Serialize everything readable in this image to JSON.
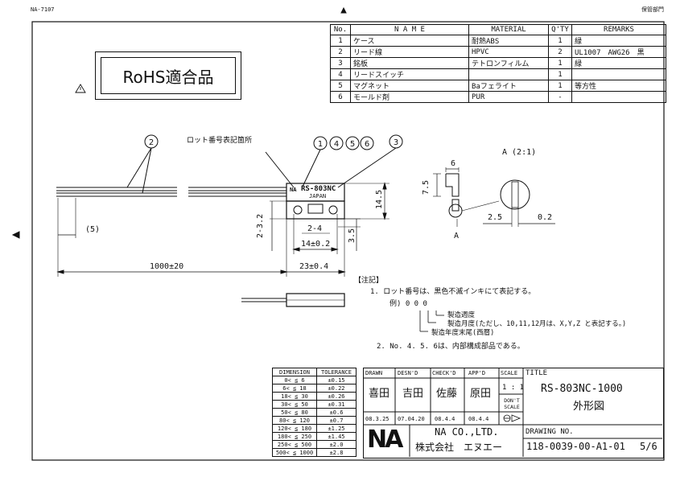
{
  "header": {
    "doc_code": "NA-7107",
    "stamp": "保管部門"
  },
  "rohs_label": "RoHS適合品",
  "parts_table": {
    "headers": [
      "No.",
      "N A M E",
      "MATERIAL",
      "Q'TY",
      "REMARKS"
    ],
    "rows": [
      [
        "1",
        "ケース",
        "耐熱ABS",
        "1",
        "緑"
      ],
      [
        "2",
        "リード線",
        "HPVC",
        "2",
        "UL1007　AWG26　黒"
      ],
      [
        "3",
        "銘板",
        "テトロンフィルム",
        "1",
        "緑"
      ],
      [
        "4",
        "リードスイッチ",
        "",
        "1",
        ""
      ],
      [
        "5",
        "マグネット",
        "Baフェライト",
        "1",
        "等方性"
      ],
      [
        "6",
        "モールド剤",
        "PUR",
        "-",
        ""
      ]
    ]
  },
  "drawing": {
    "balloons": [
      "2",
      "1",
      "4",
      "5",
      "6",
      "3"
    ],
    "lot_label": "ロット番号表記箇所",
    "product_marking": "RS-803NC",
    "marking_sub": "JAPAN",
    "logo_small": "NA",
    "dims": {
      "d5": "(5)",
      "d1000": "1000±20",
      "d23": "23±0.4",
      "d14": "14±0.2",
      "d2_4": "2-4",
      "d2_32": "2-3.2",
      "d35": "3.5",
      "d145": "14.5",
      "detail_title": "A (2:1)",
      "detail_a": "A",
      "d6": "6",
      "d75": "7.5",
      "d25": "2.5",
      "d02": "0.2"
    }
  },
  "notes": {
    "title": "【注記】",
    "line1": "1. ロット番号は、黒色不滅インキにて表記する。",
    "example": "例) 0 0 0",
    "sub1": "製造週度",
    "sub2": "製造月度(ただし、10,11,12月は、X,Y,Z と表記する。)",
    "sub3": "製造年度末尾(西暦)",
    "line2": "2. No. 4. 5. 6は、内部構成部品である。"
  },
  "tolerance_table": {
    "headers": [
      "DIMENSION",
      "TOLERANCE"
    ],
    "rows": [
      [
        "0< ≦ 6",
        "±0.15"
      ],
      [
        "6< ≦ 18",
        "±0.22"
      ],
      [
        "18< ≦ 30",
        "±0.26"
      ],
      [
        "30< ≦ 50",
        "±0.31"
      ],
      [
        "50< ≦ 80",
        "±0.6"
      ],
      [
        "80< ≦ 120",
        "±0.7"
      ],
      [
        "120< ≦ 180",
        "±1.25"
      ],
      [
        "180< ≦ 250",
        "±1.45"
      ],
      [
        "250< ≦ 500",
        "±2.0"
      ],
      [
        "500< ≦ 1000",
        "±2.8"
      ]
    ]
  },
  "title_block": {
    "drawn_h": "DRAWN",
    "desnd_h": "DESN'D",
    "checkd_h": "CHECK'D",
    "appd_h": "APP'D",
    "scale_h": "SCALE",
    "title_h": "TITLE",
    "drawn_sign": "喜田",
    "desnd_sign": "吉田",
    "checkd_sign": "佐藤",
    "appd_sign": "原田",
    "scale_val": "1 : 1",
    "dont_scale": "DON'T SCALE",
    "drawn_date": "08.3.25",
    "desnd_date": "07.04.20",
    "checkd_date": "08.4.4",
    "appd_date": "08.4.4",
    "title_1": "RS-803NC-1000",
    "title_2": "外形図",
    "drawing_no_h": "DRAWING NO.",
    "drawing_no": "118-0039-00-A1-01",
    "sheet": "5/6",
    "logo": "NA",
    "company_1": "NA CO.,LTD.",
    "company_2": "株式会社　エヌエー"
  }
}
